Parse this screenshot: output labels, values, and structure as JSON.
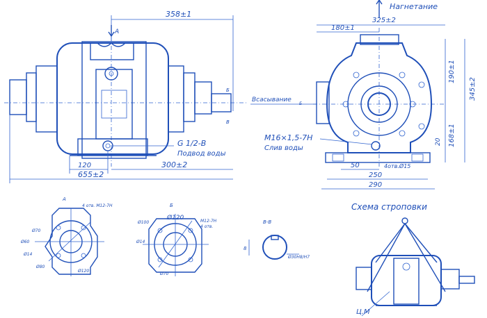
{
  "colors": {
    "ink": "#1f4fb8",
    "paper": "#ffffff"
  },
  "front_view": {
    "overall_width": "655±2",
    "top_dim": "358±1",
    "dim_120": "120",
    "dim_300": "300±2",
    "section_mark": "A",
    "view_mark": "Б",
    "thread_label": "G 1/2-B",
    "water_supply": "Подвод воды",
    "side_marks": [
      "Б",
      "В"
    ]
  },
  "side_view": {
    "discharge": "Нагнетание",
    "suction": "Всасывание",
    "suction_mark": "Б",
    "dim_325": "325±2",
    "dim_180": "180±1",
    "dim_190": "190±1",
    "dim_345": "345±2",
    "dim_168": "168±1",
    "dim_20": "20",
    "dim_50": "50",
    "holes": "4отв.Ø15",
    "dim_250": "250",
    "dim_290": "290",
    "drain_thread": "M16×1,5-7H",
    "drain_label": "Слив воды"
  },
  "detail_a": {
    "mark": "А",
    "notes": [
      "4 отв. M12-7H",
      "Ø70",
      "Ø60",
      "Ø80",
      "Ø120",
      "Ø14"
    ]
  },
  "detail_b": {
    "mark": "Б",
    "main_dia": "Ø120",
    "notes": [
      "Ø100",
      "M12-7H",
      "4 отв.",
      "Ø70",
      "Ø14"
    ]
  },
  "detail_c": {
    "mark": "В-В",
    "dim": "8",
    "note": "Ø30Н8/Н7"
  },
  "sling": {
    "title": "Схема строповки",
    "cm": "Ц.М"
  }
}
